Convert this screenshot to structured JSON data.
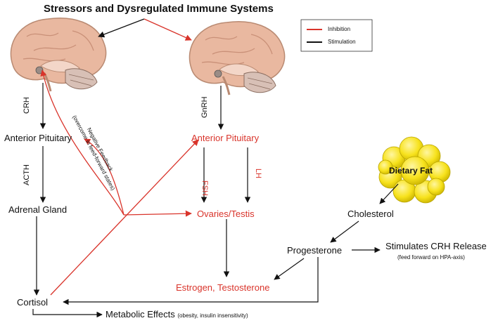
{
  "title": "Stressors and Dysregulated Immune Systems",
  "legend": {
    "inhibition": "Inhibition",
    "stimulation": "Stimulation",
    "inhibition_color": "#d9342b",
    "stimulation_color": "#111111"
  },
  "left_axis": {
    "crh": "CRH",
    "anterior_pituitary": "Anterior Pituitary",
    "acth": "ACTH",
    "adrenal_gland": "Adrenal Gland",
    "cortisol": "Cortisol"
  },
  "right_axis": {
    "gnrh": "GnRH",
    "anterior_pituitary": "Anterior Pituitary",
    "fsh": "FSH",
    "lh": "LH",
    "ovaries_testis": "Ovaries/Testis",
    "estrogen_testosterone": "Estrogen, Testosterone"
  },
  "negative_feedback": {
    "line1": "Negative Feedback",
    "line2": "(overcome in feed-forward states)"
  },
  "fat_pathway": {
    "dietary_fat": "Dietary Fat",
    "cholesterol": "Cholesterol",
    "progesterone": "Progesterone",
    "stimulates_crh": "Stimulates CRH Release",
    "feed_forward": "(feed forward on HPA-axis)"
  },
  "metabolic": {
    "label": "Metabolic Effects",
    "note": "(obesity, insulin insensitivity)"
  },
  "icons": [
    "brain-icon",
    "brain-icon",
    "fat-cluster-icon"
  ],
  "colors": {
    "inhibition": "#d9342b",
    "stimulation": "#111111",
    "brain": "#e9b8a0",
    "fat": "#f7e21c"
  }
}
